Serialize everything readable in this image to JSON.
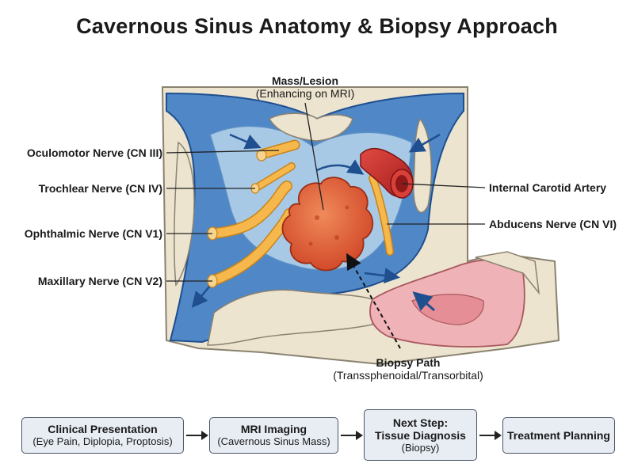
{
  "title": "Cavernous Sinus Anatomy & Biopsy Approach",
  "labels": {
    "mass_title": "Mass/Lesion",
    "mass_sub": "(Enhancing on MRI)",
    "cn3": "Oculomotor Nerve (CN III)",
    "cn4": "Trochlear Nerve (CN IV)",
    "v1": "Ophthalmic Nerve (CN V1)",
    "v2": "Maxillary Nerve (CN V2)",
    "ica": "Internal Carotid Artery",
    "cn6": "Abducens Nerve (CN VI)",
    "biopsy_title": "Biopsy Path",
    "biopsy_sub": "(Transsphenoidal/Transorbital)"
  },
  "flow": [
    {
      "title": "Clinical Presentation",
      "sub": "(Eye Pain, Diplopia, Proptosis)"
    },
    {
      "title": "MRI Imaging",
      "sub": "(Cavernous Sinus Mass)"
    },
    {
      "title": "Next Step:",
      "title2": "Tissue Diagnosis",
      "sub": "(Biopsy)"
    },
    {
      "title": "Treatment Planning",
      "sub": ""
    }
  ],
  "colors": {
    "bone": "#ece4cf",
    "sinus": "#4f87c7",
    "sinus_light": "#a7c9e6",
    "mass": "#e2643f",
    "nerve": "#f6b84c",
    "artery": "#c72a2a",
    "mucosa": "#efb2b6"
  }
}
